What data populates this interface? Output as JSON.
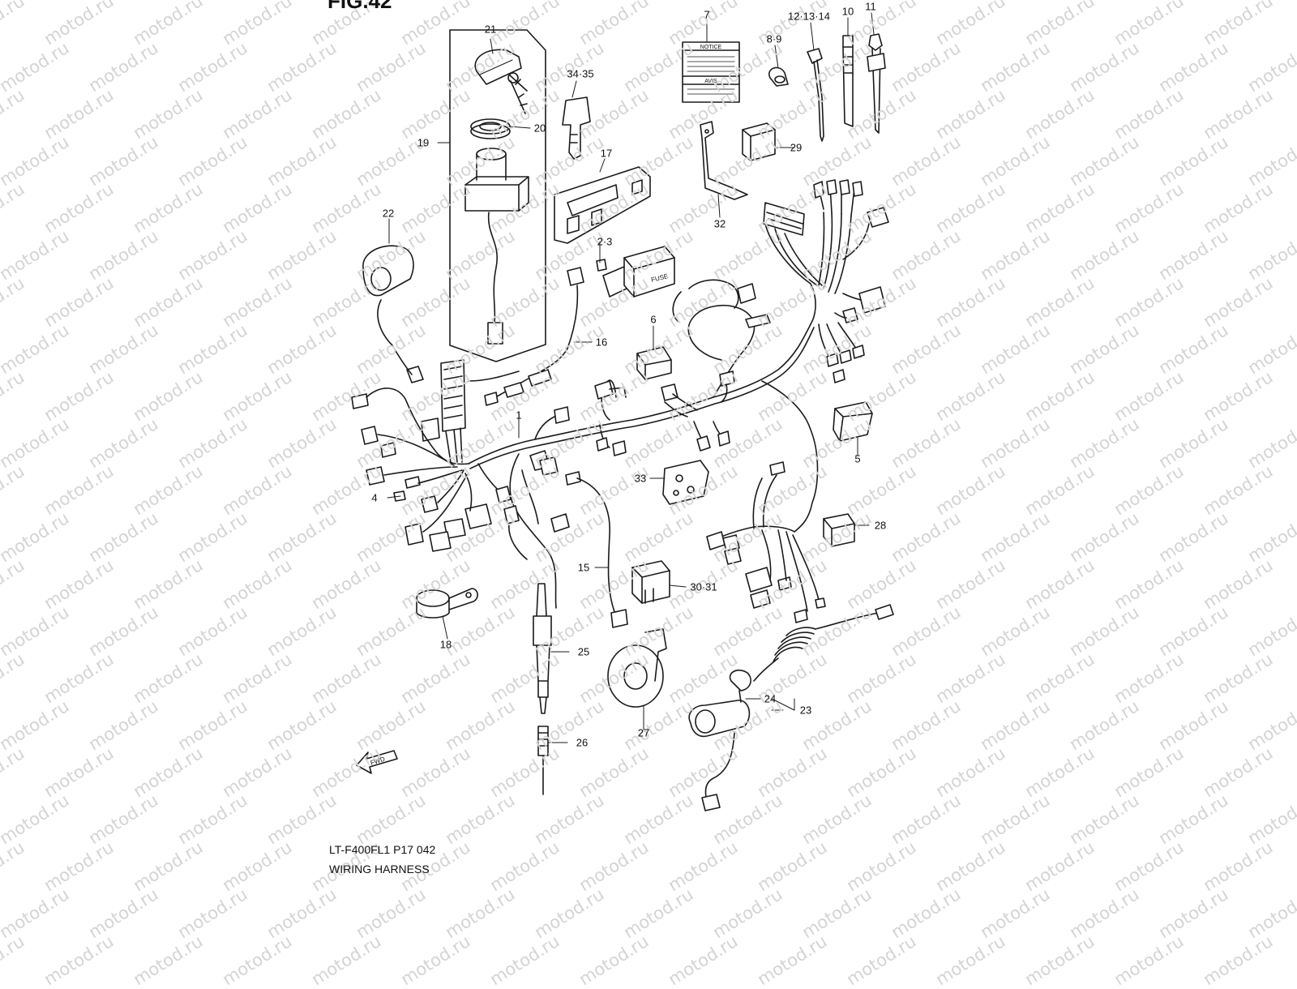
{
  "figure_title": "FIG.42",
  "watermark": "motod.ru",
  "caption": {
    "model_line": "LT-F400FL1  P17  042",
    "title": "WIRING HARNESS"
  },
  "labels": {
    "notice": "NOTICE",
    "avis": "AVIS",
    "fuse": "FUSE",
    "fwd": "FWD"
  },
  "callouts": [
    {
      "id": "p21",
      "text": "21"
    },
    {
      "id": "p20",
      "text": "20"
    },
    {
      "id": "p19",
      "text": "19"
    },
    {
      "id": "p34",
      "text": "34·35"
    },
    {
      "id": "p17",
      "text": "17"
    },
    {
      "id": "p7",
      "text": "7"
    },
    {
      "id": "p89",
      "text": "8·9"
    },
    {
      "id": "p121314",
      "text": "12·13·14"
    },
    {
      "id": "p10",
      "text": "10"
    },
    {
      "id": "p11",
      "text": "11"
    },
    {
      "id": "p29",
      "text": "29"
    },
    {
      "id": "p32",
      "text": "32"
    },
    {
      "id": "p22",
      "text": "22"
    },
    {
      "id": "p23b",
      "text": "2·3"
    },
    {
      "id": "p16",
      "text": "16"
    },
    {
      "id": "p6",
      "text": "6"
    },
    {
      "id": "p1",
      "text": "1"
    },
    {
      "id": "p5",
      "text": "5"
    },
    {
      "id": "p4",
      "text": "4"
    },
    {
      "id": "p33",
      "text": "33"
    },
    {
      "id": "p28",
      "text": "28"
    },
    {
      "id": "p15",
      "text": "15"
    },
    {
      "id": "p3031",
      "text": "30·31"
    },
    {
      "id": "p18",
      "text": "18"
    },
    {
      "id": "p25",
      "text": "25"
    },
    {
      "id": "p24",
      "text": "24"
    },
    {
      "id": "p23",
      "text": "23"
    },
    {
      "id": "p27",
      "text": "27"
    },
    {
      "id": "p26",
      "text": "26"
    }
  ]
}
